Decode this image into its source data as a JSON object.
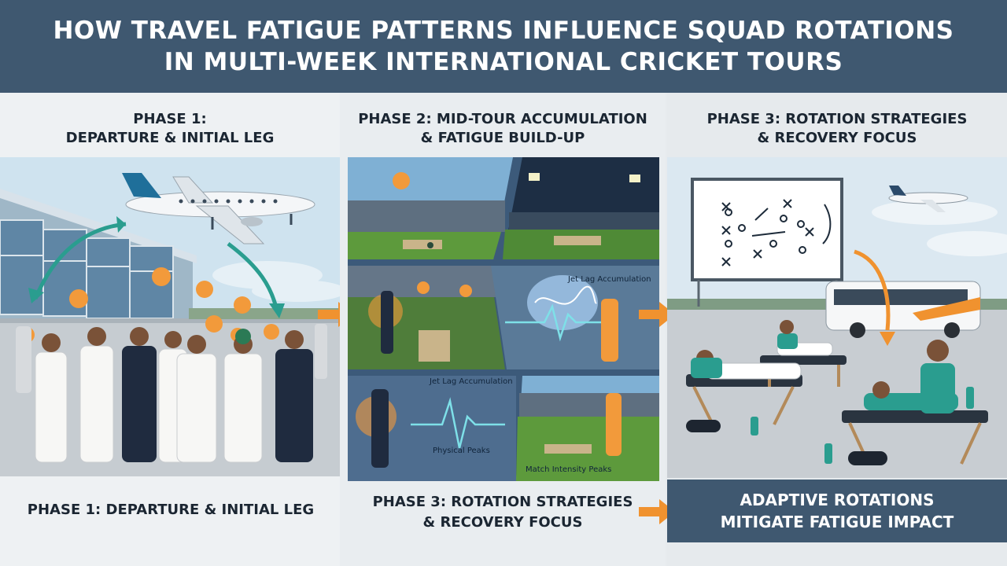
{
  "header": {
    "title_line1": "HOW TRAVEL FATIGUE PATTERNS INFLUENCE SQUAD ROTATIONS",
    "title_line2": "IN MULTI-WEEK INTERNATIONAL CRICKET TOURS"
  },
  "phase1": {
    "heading_line1": "PHASE 1:",
    "heading_line2": "DEPARTURE & INITIAL LEG",
    "caption": "PHASE 1: DEPARTURE & INITIAL LEG"
  },
  "phase2": {
    "heading_line1": "PHASE 2: MID-TOUR ACCUMULATION",
    "heading_line2": "& FATIGUE BUILD-UP",
    "label_jetlag_1": "Jet Lag Accumulation",
    "label_jetlag_2": "Jet Lag Accumulation",
    "label_physical": "Physical Peaks",
    "label_match": "Match Intensity Peaks"
  },
  "phase3": {
    "heading_line1": "PHASE 3: ROTATION STRATEGIES",
    "heading_line2": "& RECOVERY FOCUS",
    "caption_line1": "PHASE 3: ROTATION STRATEGIES",
    "caption_line2": "& RECOVERY FOCUS"
  },
  "conclusion": {
    "line1": "ADAPTIVE ROTATIONS",
    "line2": "MITIGATE FATIGUE IMPACT"
  },
  "colors": {
    "banner": "#3f5870",
    "accent_arrow": "#f0922f",
    "teal_arrow": "#2a9d8f",
    "pitch_green": "#5d9a3c"
  },
  "icons": [
    "airplane-icon",
    "tired-face-icon",
    "brain-icon",
    "heartbeat-icon",
    "tactics-board-icon",
    "bus-icon",
    "stadium-light-icon"
  ]
}
